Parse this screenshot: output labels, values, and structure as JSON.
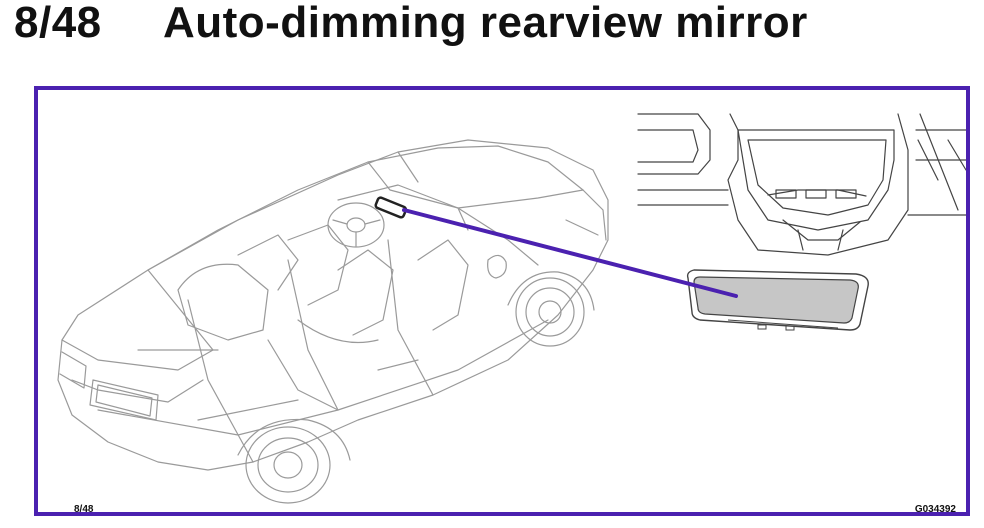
{
  "header": {
    "page_number": "8/48",
    "title": "Auto-dimming rearview mirror"
  },
  "figure": {
    "page_ref": "8/48",
    "figure_id": "G034392",
    "colors": {
      "frame": "#4b21b0",
      "pointer_line": "#4b21b0",
      "mirror_fill": "#c6c6c6",
      "line_art": "#9a9a9a"
    }
  }
}
